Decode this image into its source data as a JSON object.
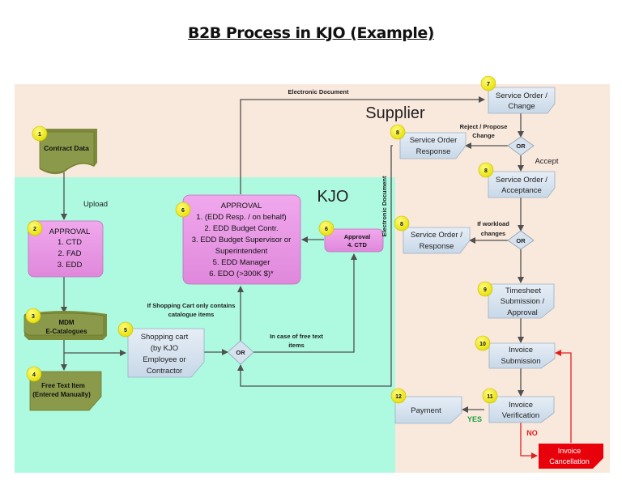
{
  "title": "B2B Process in KJO (Example)",
  "regions": {
    "supplier": "Supplier",
    "kjo": "KJO"
  },
  "colors": {
    "supplier_bg": "#f9e8dc",
    "kjo_bg": "#adfae0",
    "approval_fill": "#e898e4",
    "olive_fill": "#8a9a4a",
    "process_fill": "#d6e2ee",
    "badge_fill": "#f5ee10",
    "cancel_fill": "#e8000a",
    "yes_color": "#1aa03a",
    "no_color": "#e02020"
  },
  "nodes": {
    "n1": {
      "badge": "1",
      "lines": [
        "Contract Data"
      ]
    },
    "n2": {
      "badge": "2",
      "lines": [
        "APPROVAL",
        "1. CTD",
        "2. FAD",
        "3. EDD"
      ]
    },
    "n3": {
      "badge": "3",
      "lines": [
        "MDM",
        "E-Catalogues"
      ]
    },
    "n4": {
      "badge": "4",
      "lines": [
        "Free Text Item",
        "(Entered Manually)"
      ]
    },
    "n5": {
      "badge": "5",
      "lines": [
        "Shopping cart",
        "(by KJO",
        "Employee or",
        "Contractor"
      ]
    },
    "n6a": {
      "badge": "6",
      "lines": [
        "APPROVAL",
        "1. (EDD Resp. / on behalf)",
        "2. EDD Budget Contr.",
        "3. EDD Budget Supervisor or",
        "Superintendent",
        "5. EDD Manager",
        "6. EDO (>300K $)*"
      ]
    },
    "n6b": {
      "badge": "6",
      "lines": [
        "Approval",
        "4. CTD"
      ]
    },
    "n7": {
      "badge": "7",
      "lines": [
        "Service Order /",
        "Change"
      ]
    },
    "n8a": {
      "badge": "8",
      "lines": [
        "Service Order",
        "Response"
      ]
    },
    "n8b": {
      "badge": "8",
      "lines": [
        "Service Order /",
        "Acceptance"
      ]
    },
    "n8c": {
      "badge": "8",
      "lines": [
        "Service Order /",
        "Response"
      ]
    },
    "n9": {
      "badge": "9",
      "lines": [
        "Timesheet",
        "Submission /",
        "Approval"
      ]
    },
    "n10": {
      "badge": "10",
      "lines": [
        "Invoice",
        "Submission"
      ]
    },
    "n11": {
      "badge": "11",
      "lines": [
        "Invoice",
        "Verification"
      ]
    },
    "n12": {
      "badge": "12",
      "lines": [
        "Payment"
      ]
    },
    "cancel": {
      "lines": [
        "Invoice",
        "Cancellation"
      ]
    }
  },
  "gateways": {
    "or1": "OR",
    "or2": "OR",
    "or3": "OR"
  },
  "edge_labels": {
    "upload": "Upload",
    "electronic_doc_top": "Electronic Document",
    "electronic_doc_vertical": "Electronic Document",
    "catalogue_only": [
      "If Shopping Cart only contains",
      "catalogue items"
    ],
    "free_text": [
      "In case of free text",
      "items"
    ],
    "reject": [
      "Reject / Propose",
      "Change"
    ],
    "accept": "Accept",
    "workload": [
      "If workload",
      "changes"
    ],
    "yes": "YES",
    "no": "NO"
  }
}
